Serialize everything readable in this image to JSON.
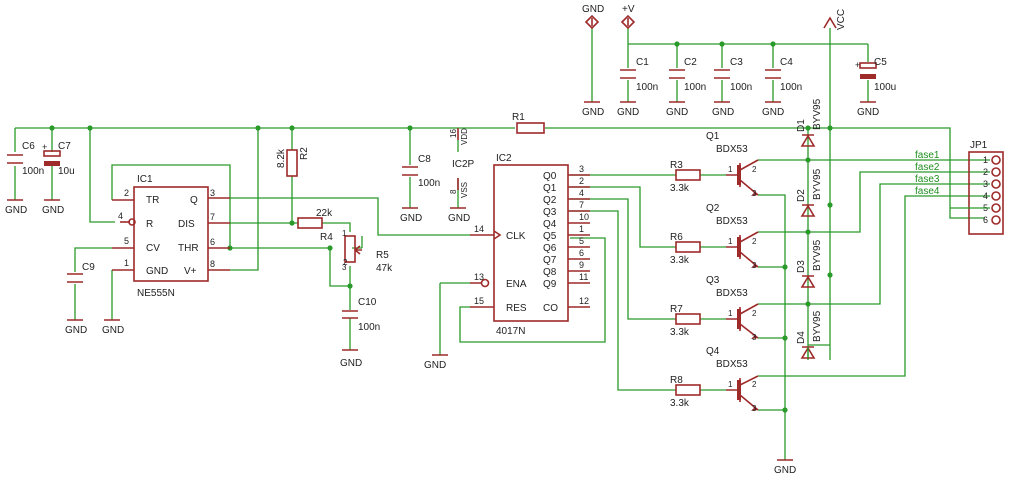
{
  "nets": {
    "gnd": "GND",
    "plus_v": "+V",
    "vcc": "VCC",
    "fase1": "fase1",
    "fase2": "fase2",
    "fase3": "fase3",
    "fase4": "fase4"
  },
  "parts": {
    "c1": {
      "name": "C1",
      "value": "100n"
    },
    "c2": {
      "name": "C2",
      "value": "100n"
    },
    "c3": {
      "name": "C3",
      "value": "100n"
    },
    "c4": {
      "name": "C4",
      "value": "100n"
    },
    "c5": {
      "name": "C5",
      "value": "100u"
    },
    "c6": {
      "name": "C6",
      "value": "100n"
    },
    "c7": {
      "name": "C7",
      "value": "10u"
    },
    "c8": {
      "name": "C8",
      "value": "100n"
    },
    "c9": {
      "name": "C9"
    },
    "c10": {
      "name": "C10",
      "value": "100n"
    },
    "r1": {
      "name": "R1"
    },
    "r2": {
      "name": "R2",
      "value": "8.2k"
    },
    "r3": {
      "name": "R3",
      "value": "3.3k"
    },
    "r4": {
      "name": "R4",
      "value": "22k"
    },
    "r5": {
      "name": "R5",
      "value": "47k"
    },
    "r6": {
      "name": "R6",
      "value": "3.3k"
    },
    "r7": {
      "name": "R7",
      "value": "3.3k"
    },
    "r8": {
      "name": "R8",
      "value": "3.3k"
    },
    "q1": {
      "name": "Q1",
      "value": "BDX53"
    },
    "q2": {
      "name": "Q2",
      "value": "BDX53"
    },
    "q3": {
      "name": "Q3",
      "value": "BDX53"
    },
    "q4": {
      "name": "Q4",
      "value": "BDX53"
    },
    "d1": {
      "name": "D1",
      "value": "BYV95"
    },
    "d2": {
      "name": "D2",
      "value": "BYV95"
    },
    "d3": {
      "name": "D3",
      "value": "BYV95"
    },
    "d4": {
      "name": "D4",
      "value": "BYV95"
    },
    "jp1": {
      "name": "JP1",
      "pins": [
        "1",
        "2",
        "3",
        "4",
        "5",
        "6"
      ]
    },
    "ic1": {
      "name": "IC1",
      "value": "NE555N",
      "left_pins": [
        {
          "num": "2",
          "label": "TR"
        },
        {
          "num": "4",
          "label": "R"
        },
        {
          "num": "5",
          "label": "CV"
        },
        {
          "num": "1",
          "label": "GND"
        }
      ],
      "right_pins": [
        {
          "num": "3",
          "label": "Q"
        },
        {
          "num": "7",
          "label": "DIS"
        },
        {
          "num": "6",
          "label": "THR"
        },
        {
          "num": "8",
          "label": "V+"
        }
      ]
    },
    "ic2": {
      "name": "IC2",
      "value": "4017N",
      "left_pins": [
        {
          "num": "14",
          "label": "CLK"
        },
        {
          "num": "13",
          "label": "ENA"
        },
        {
          "num": "15",
          "label": "RES"
        }
      ],
      "right_pins": [
        {
          "num": "3",
          "label": "Q0"
        },
        {
          "num": "2",
          "label": "Q1"
        },
        {
          "num": "4",
          "label": "Q2"
        },
        {
          "num": "7",
          "label": "Q3"
        },
        {
          "num": "10",
          "label": "Q4"
        },
        {
          "num": "1",
          "label": "Q5"
        },
        {
          "num": "5",
          "label": "Q6"
        },
        {
          "num": "6",
          "label": "Q7"
        },
        {
          "num": "9",
          "label": "Q8"
        },
        {
          "num": "11",
          "label": "Q9"
        },
        {
          "num": "12",
          "label": "CO"
        }
      ]
    },
    "ic2p": {
      "name": "IC2P",
      "vdd_pin": "16",
      "vdd": "VDD",
      "vss_pin": "8",
      "vss": "VSS"
    },
    "q_pins": {
      "b": "1",
      "c": "2",
      "e": "3"
    }
  }
}
